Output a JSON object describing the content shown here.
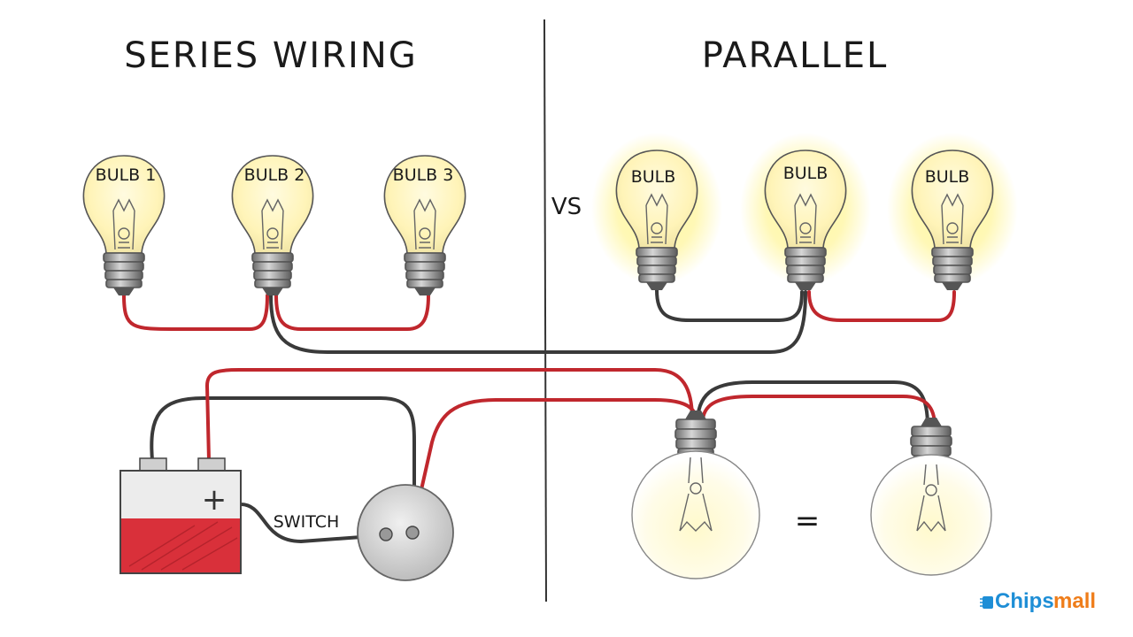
{
  "titles": {
    "series": "SERIES WIRING",
    "parallel": "PARALLEL",
    "vs": "VS"
  },
  "series_bulbs": [
    {
      "label": "BULB 1"
    },
    {
      "label": "BULB 2"
    },
    {
      "label": "BULB 3"
    }
  ],
  "parallel_bulbs": [
    {
      "label": "BULB"
    },
    {
      "label": "BULB"
    },
    {
      "label": "BULB"
    }
  ],
  "switch": {
    "label": "SWITCH"
  },
  "battery": {
    "plus": "+"
  },
  "comparison": {
    "equals": "="
  },
  "logo": {
    "text_chips": "Chips",
    "text_mall": "mall"
  },
  "colors": {
    "wire_red": "#c0272d",
    "wire_black": "#3a3a3a",
    "glow": "#fff3a0",
    "battery_red": "#d9303a",
    "logo_blue": "#1e8ed6",
    "logo_orange": "#ef7d1a"
  }
}
